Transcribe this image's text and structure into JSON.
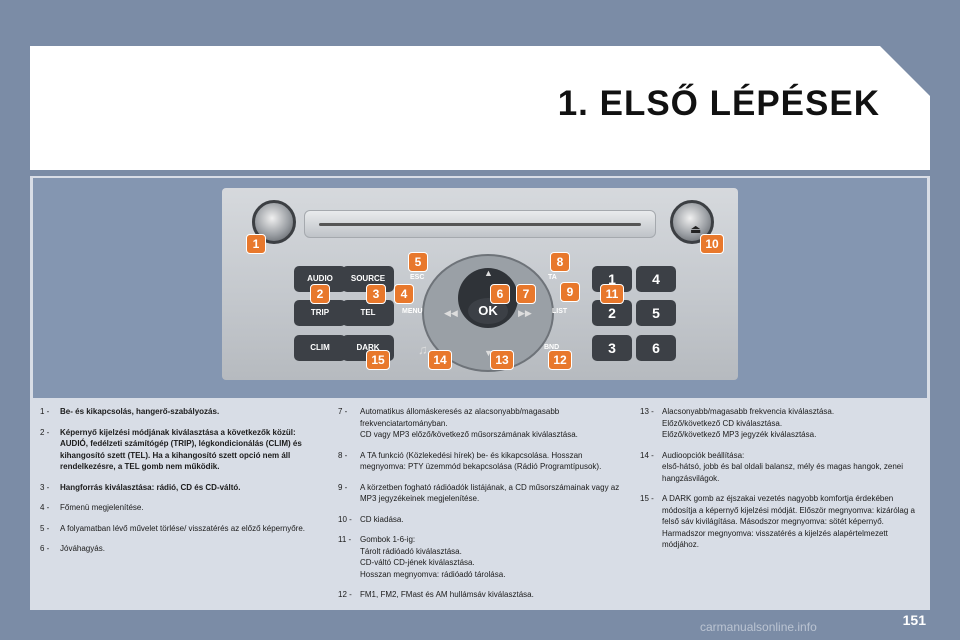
{
  "page": {
    "title": "1. ELSŐ LÉPÉSEK",
    "page_number": "151",
    "watermark": "carmanualsonline.info"
  },
  "radio": {
    "labels": {
      "audio": "AUDIO",
      "source": "SOURCE",
      "trip": "TRIP",
      "tel": "TEL",
      "clim": "CLIM",
      "dark": "DARK",
      "esc": "ESC",
      "menu": "MENU",
      "ok": "OK",
      "ta": "TA",
      "list": "LIST",
      "bnd": "BND",
      "n1": "1",
      "n2": "2",
      "n3": "3",
      "n4": "4",
      "n5": "5",
      "n6": "6"
    },
    "badges": [
      "1",
      "2",
      "3",
      "4",
      "5",
      "6",
      "7",
      "8",
      "9",
      "10",
      "11",
      "12",
      "13",
      "14",
      "15"
    ]
  },
  "col1": [
    {
      "num": "1 -",
      "text": "Be- és kikapcsolás, hangerő-szabályozás.",
      "bold": true
    },
    {
      "num": "2 -",
      "text": "Képernyő kijelzési módjának kiválasztása a következők közül: AUDIÓ, fedélzeti számítógép (TRIP), légkondicionálás (CLIM) és kihangosító szett (TEL). Ha a kihangosító szett opció nem áll rendelkezésre, a TEL gomb nem működik.",
      "bold": true
    },
    {
      "num": "3 -",
      "text": "Hangforrás kiválasztása: rádió, CD és CD-váltó.",
      "bold": true
    },
    {
      "num": "4 -",
      "text": "Főmenü megjelenítése.",
      "bold": false
    },
    {
      "num": "5 -",
      "text": "A folyamatban lévő művelet törlése/ visszatérés az előző képernyőre.",
      "bold": false
    },
    {
      "num": "6 -",
      "text": "Jóváhagyás.",
      "bold": false
    }
  ],
  "col2": [
    {
      "num": "7 -",
      "lines": [
        "Automatikus állomáskeresés az alacsonyabb/magasabb frekvenciatartományban.",
        "CD vagy MP3 előző/következő műsorszámának kiválasztása."
      ]
    },
    {
      "num": "8 -",
      "lines": [
        "A TA funkció (Közlekedési hírek) be- és kikapcsolása. Hosszan megnyomva: PTY üzemmód bekapcsolása (Rádió Programtípusok)."
      ]
    },
    {
      "num": "9 -",
      "lines": [
        "A körzetben fogható rádióadók listájának, a CD műsorszámainak vagy az MP3 jegyzékeinek megjelenítése."
      ]
    },
    {
      "num": "10 -",
      "lines": [
        "CD kiadása."
      ]
    },
    {
      "num": "11 -",
      "lines": [
        "Gombok 1-6-ig:",
        "Tárolt rádióadó kiválasztása.",
        "CD-váltó CD-jének kiválasztása.",
        "Hosszan megnyomva: rádióadó tárolása."
      ]
    },
    {
      "num": "12 -",
      "lines": [
        "FM1, FM2, FMast és AM hullámsáv kiválasztása."
      ]
    }
  ],
  "col3": [
    {
      "num": "13 -",
      "lines": [
        "Alacsonyabb/magasabb frekvencia kiválasztása.",
        "Előző/következő CD kiválasztása.",
        "Előző/következő MP3 jegyzék kiválasztása."
      ]
    },
    {
      "num": "14 -",
      "lines": [
        "Audioopciók beállítása:",
        "első-hátsó, jobb és bal oldali balansz, mély és magas hangok, zenei hangzásvilágok."
      ]
    },
    {
      "num": "15 -",
      "lines": [
        "A DARK gomb az éjszakai vezetés nagyobb komfortja érdekében módosítja a képernyő kijelzési módját. Először megnyomva: kizárólag a felső sáv kivilágítása. Másodszor megnyomva: sötét képernyő. Harmadszor megnyomva: visszatérés a kijelzés alapértelmezett módjához."
      ]
    }
  ]
}
